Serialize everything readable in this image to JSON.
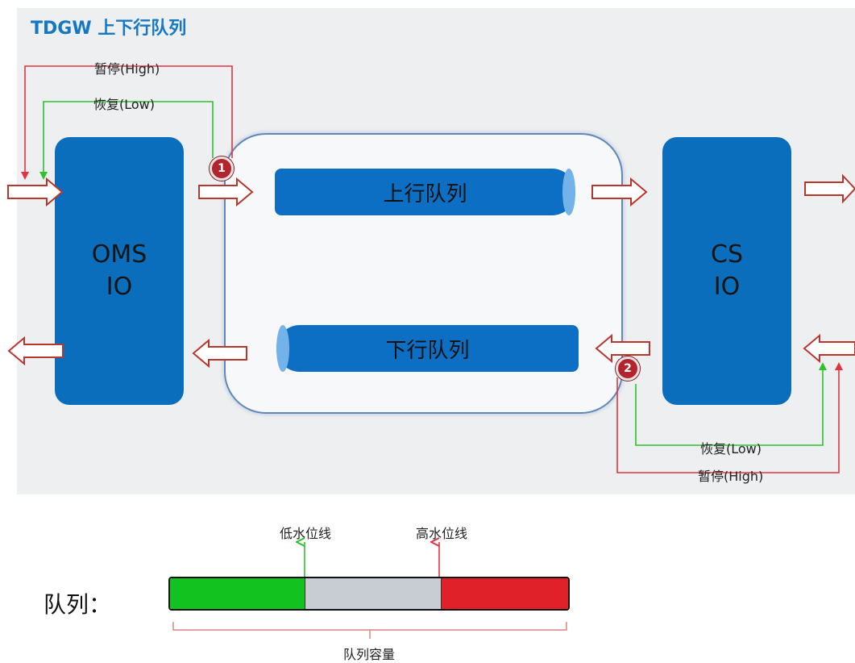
{
  "title": "TDGW 上下行队列",
  "oms": {
    "line1": "OMS",
    "line2": "IO"
  },
  "cs": {
    "line1": "CS",
    "line2": "IO"
  },
  "queues": {
    "up": "上行队列",
    "down": "下行队列"
  },
  "signals": {
    "left_pause": "暂停(High)",
    "left_resume": "恢复(Low)",
    "right_resume": "恢复(Low)",
    "right_pause": "暂停(High)"
  },
  "badges": {
    "one": "1",
    "two": "2"
  },
  "legend": {
    "queue_label": "队列：",
    "low_mark": "低水位线",
    "high_mark": "高水位线",
    "capacity": "队列容量",
    "low_fraction": 0.34,
    "high_fraction": 0.68
  },
  "colors": {
    "box_blue": "#0a6ebd",
    "title_blue": "#1677c5",
    "pause_red": "#e0353f",
    "resume_green": "#2fc12f",
    "low_green": "#12c31f",
    "high_red": "#e02129"
  }
}
